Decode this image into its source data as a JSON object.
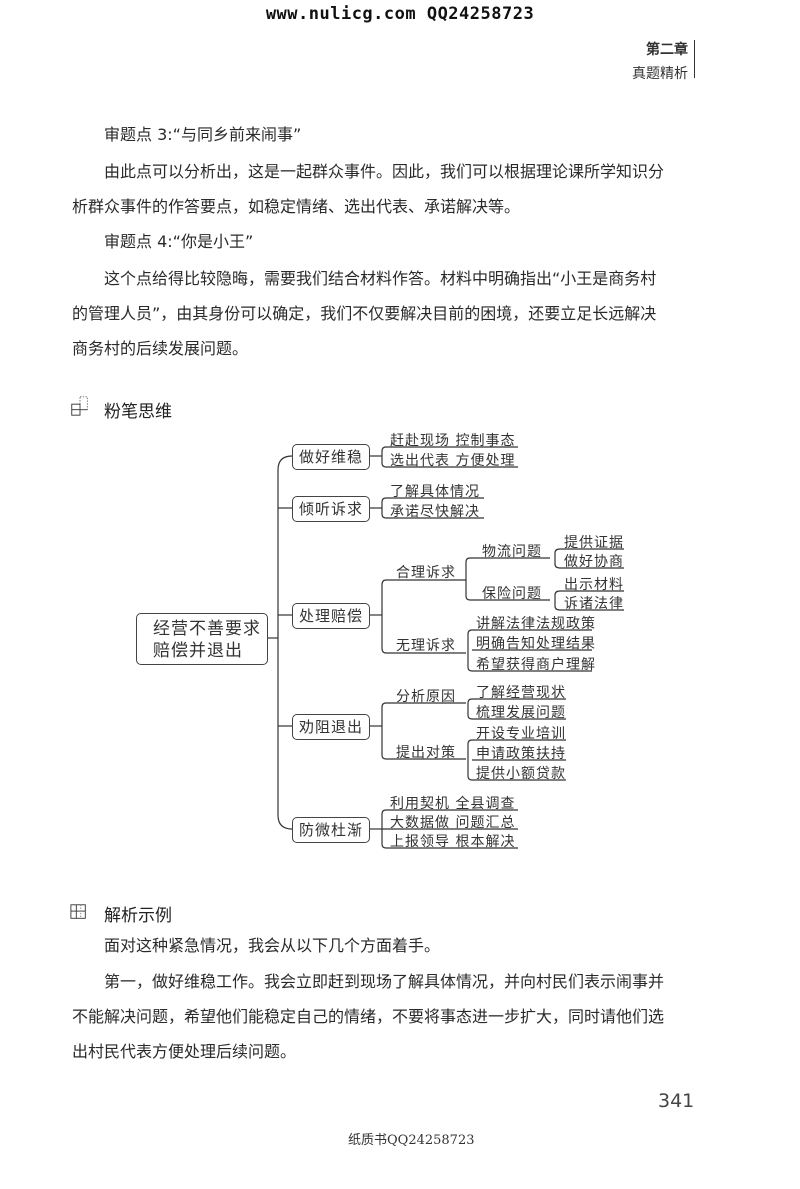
{
  "watermark_top": "www.nulicg.com  QQ24258723",
  "chapter": {
    "title": "第二章",
    "subtitle": "真题精析"
  },
  "body": {
    "point3_title": "审题点 3:“与同乡前来闹事”",
    "point3_lines": [
      "由此点可以分析出，这是一起群众事件。因此，我们可以根据理论课所学知识分",
      "析群众事件的作答要点，如稳定情绪、选出代表、承诺解决等。"
    ],
    "point4_title": "审题点 4:“你是小王”",
    "point4_lines": [
      "这个点给得比较隐晦，需要我们结合材料作答。材料中明确指出“小王是商务村",
      "的管理人员”，由其身份可以确定，我们不仅要解决目前的困境，还要立足长远解决",
      "商务村的后续发展问题。"
    ]
  },
  "mindmap_section": {
    "icon": "grid-section-icon",
    "title": "粉笔思维"
  },
  "mindmap": {
    "root": "经营不善要求赔偿并退出",
    "root_lines": [
      "经营不善要求",
      "赔偿并退出"
    ],
    "branches": [
      {
        "label": "做好维稳",
        "leaves": [
          "赶赴现场 控制事态",
          "选出代表 方便处理"
        ]
      },
      {
        "label": "倾听诉求",
        "leaves": [
          "了解具体情况",
          "承诺尽快解决"
        ]
      },
      {
        "label": "处理赔偿",
        "sub": [
          {
            "label": "合理诉求",
            "sub": [
              {
                "label": "物流问题",
                "leaves": [
                  "提供证据",
                  "做好协商"
                ]
              },
              {
                "label": "保险问题",
                "leaves": [
                  "出示材料",
                  "诉诸法律"
                ]
              }
            ]
          },
          {
            "label": "无理诉求",
            "leaves": [
              "讲解法律法规政策",
              "明确告知处理结果",
              "希望获得商户理解"
            ]
          }
        ]
      },
      {
        "label": "劝阻退出",
        "sub": [
          {
            "label": "分析原因",
            "leaves": [
              "了解经营现状",
              "梳理发展问题"
            ]
          },
          {
            "label": "提出对策",
            "leaves": [
              "开设专业培训",
              "申请政策扶持",
              "提供小额贷款"
            ]
          }
        ]
      },
      {
        "label": "防微杜渐",
        "leaves": [
          "利用契机 全县调查",
          "大数据做 问题汇总",
          "上报领导 根本解决"
        ]
      }
    ]
  },
  "analysis_section": {
    "icon": "grid-section-icon",
    "title": "解析示例"
  },
  "analysis": {
    "intro": "面对这种紧急情况，我会从以下几个方面着手。",
    "para1_lines": [
      "第一，做好维稳工作。我会立即赶到现场了解具体情况，并向村民们表示闹事并",
      "不能解决问题，希望他们能稳定自己的情绪，不要将事态进一步扩大，同时请他们选",
      "出村民代表方便处理后续问题。"
    ]
  },
  "page_number": "341",
  "watermark_bottom": "纸质书QQ24258723"
}
